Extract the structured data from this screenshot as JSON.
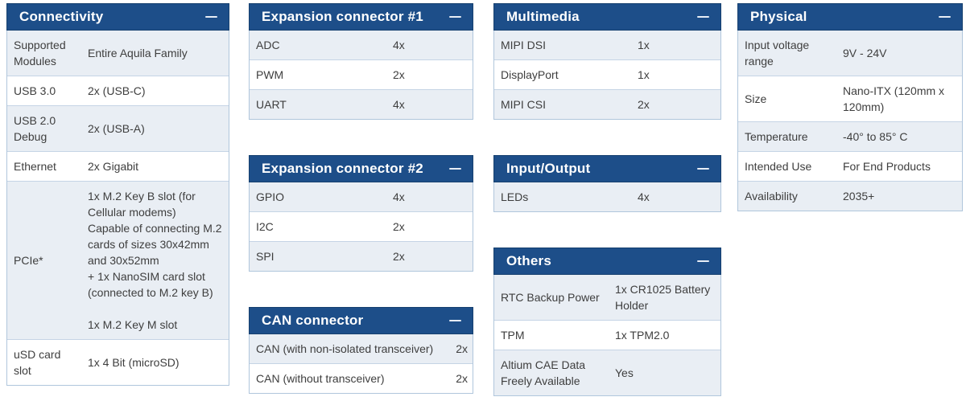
{
  "theme": {
    "header_bg": "#1d4e89",
    "header_border": "#16406f",
    "header_text": "#ffffff",
    "row_alt_bg": "#e9eef4",
    "row_bg": "#ffffff",
    "table_border": "#b0c6dc",
    "row_divider": "#c5d4e5",
    "text": "#3e3e3e"
  },
  "icons": {
    "collapse": "minus"
  },
  "tables": {
    "connectivity": {
      "title": "Connectivity",
      "rows": [
        {
          "label": "Supported\nModules",
          "value": "Entire Aquila Family"
        },
        {
          "label": "USB 3.0",
          "value": "2x (USB-C)"
        },
        {
          "label": "USB 2.0\nDebug",
          "value": "2x (USB-A)"
        },
        {
          "label": "Ethernet",
          "value": "2x Gigabit"
        },
        {
          "label": "PCIe*",
          "value": "1x M.2 Key B slot (for\nCellular modems)\nCapable of connecting M.2\ncards of sizes 30x42mm\nand 30x52mm\n+ 1x NanoSIM card slot\n(connected to M.2 key B)\n\n1x M.2 Key M slot"
        },
        {
          "label": "uSD card\nslot",
          "value": "1x 4 Bit (microSD)"
        }
      ]
    },
    "expansion1": {
      "title": "Expansion connector #1",
      "rows": [
        {
          "label": "ADC",
          "value": "4x"
        },
        {
          "label": "PWM",
          "value": "2x"
        },
        {
          "label": "UART",
          "value": "4x"
        }
      ]
    },
    "expansion2": {
      "title": "Expansion connector #2",
      "rows": [
        {
          "label": "GPIO",
          "value": "4x"
        },
        {
          "label": "I2C",
          "value": "2x"
        },
        {
          "label": "SPI",
          "value": "2x"
        }
      ]
    },
    "can": {
      "title": "CAN connector",
      "rows": [
        {
          "label": "CAN (with non-isolated transceiver)",
          "value": "2x"
        },
        {
          "label": "CAN (without transceiver)",
          "value": "2x"
        }
      ]
    },
    "multimedia": {
      "title": "Multimedia",
      "rows": [
        {
          "label": "MIPI DSI",
          "value": "1x"
        },
        {
          "label": "DisplayPort",
          "value": "1x"
        },
        {
          "label": "MIPI CSI",
          "value": "2x"
        }
      ]
    },
    "io": {
      "title": "Input/Output",
      "rows": [
        {
          "label": "LEDs",
          "value": "4x"
        }
      ]
    },
    "others": {
      "title": "Others",
      "rows": [
        {
          "label": "RTC Backup Power",
          "value": "1x CR1025 Battery\nHolder"
        },
        {
          "label": "TPM",
          "value": "1x TPM2.0"
        },
        {
          "label": "Altium CAE Data Freely Available",
          "value": "Yes"
        }
      ]
    },
    "physical": {
      "title": "Physical",
      "rows": [
        {
          "label": "Input voltage\nrange",
          "value": "9V - 24V"
        },
        {
          "label": "Size",
          "value": "Nano-ITX (120mm x\n120mm)"
        },
        {
          "label": "Temperature",
          "value": "-40° to 85° C"
        },
        {
          "label": "Intended Use",
          "value": "For End Products"
        },
        {
          "label": "Availability",
          "value": "2035+"
        }
      ]
    }
  }
}
